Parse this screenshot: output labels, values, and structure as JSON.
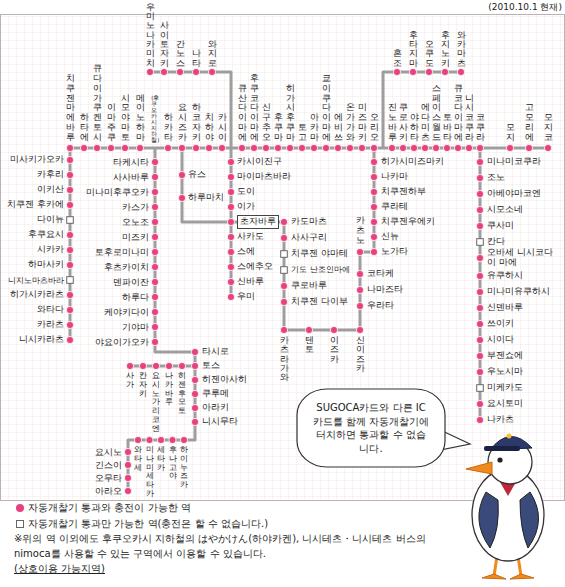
{
  "diagram": {
    "nodes": [
      {
        "text": [
          "SUGOCA카드와 다른 IC카드를 함께 자동개찰기에 터치하면 통과할 수 없습니다."
        ]
      },
      {
        "text": [
          "초자바루"
        ]
      }
    ],
    "labels": [
      "(2010.10.1 현재)",
      "치쿠젠마에바루",
      "하타에",
      "큐다이가쿠켄토시",
      "이마주쿠",
      "시모야마토",
      "메이노하마",
      "(후쿠오카시 지하철)",
      "하카타",
      "요시즈카",
      "하코자키",
      "치하야",
      "카시이",
      "큐산다이마에",
      "후쿠코다이마에",
      "신구추오",
      "후쿠마",
      "히가시후쿠마",
      "토고",
      "아카마",
      "쿄이쿠다이마에",
      "에비쓰",
      "온가가와",
      "미즈마키",
      "오리오",
      "진노바루",
      "쿠로사키",
      "야하타",
      "에다미츠",
      "스페이스월드",
      "토바타",
      "큐코다이마에",
      "니시코쿠라",
      "코쿠라",
      "모지",
      "고모리에",
      "모지코",
      "우미노나카미치",
      "사이토자키",
      "간노스",
      "나타",
      "와지로",
      "혼조",
      "후타지마",
      "오쿠도",
      "후지노키",
      "와카마츠",
      "미사키가오카",
      "카후리",
      "이키산",
      "치쿠젠 후카에",
      "다이뉴",
      "후쿠요시",
      "시카카",
      "하마사키",
      "니지노마츠바라",
      "히가시카라츠",
      "와타다",
      "카라츠",
      "니시카라츠",
      "타케시타",
      "사사바루",
      "미나미후쿠오카",
      "카스가",
      "오노조",
      "미즈키",
      "토후로미나미",
      "후츠카이치",
      "덴파이잔",
      "하루다",
      "케야키다이",
      "기야마",
      "야요이가오카",
      "타시로",
      "토스",
      "히젠아사히",
      "쿠루메",
      "아라키",
      "니시무타",
      "사가",
      "칸자키",
      "요시노가리코엔",
      "나카바루",
      "히젠후모토",
      "하이누즈카",
      "후나고야",
      "세타카",
      "미나미세타카",
      "와타세",
      "요시노",
      "긴스이",
      "오무타",
      "아라오",
      "카시이진구",
      "마이마츠바라",
      "도이",
      "이가",
      "사카도",
      "스에",
      "스에추오",
      "신바루",
      "우미",
      "유스",
      "하루마치",
      "카도마츠",
      "사사구리",
      "치쿠젠 야마테",
      "기도 난조인마에",
      "쿠로바루",
      "치쿠젠 다이부",
      "카츠라가와",
      "텐토",
      "이즈카",
      "신이즈카",
      "코타케",
      "나마즈타",
      "우라타",
      "카츠노",
      "히가시미즈마키",
      "나카마",
      "치쿠젠하부",
      "쿠라테",
      "치쿠젠우에키",
      "신뉴",
      "노가타",
      "미나미코쿠라",
      "조노",
      "아베야마코엔",
      "시모소네",
      "쿠사미",
      "칸다",
      "오바세 니시코다이 마에",
      "유쿠하시",
      "미나미유쿠하시",
      "신덴바루",
      "쓰이키",
      "시이다",
      "부젠쇼에",
      "우노시마",
      "미케카도",
      "요시토미",
      "나카츠",
      "※위의 역 이외에도 후쿠오카시 지하철의 はやかけん(하야카켄), 니시테츠・니시테츠 버스의 nimoca를 사용할 수 있는 구역에서 이용할 수 있습니다.",
      "(상호이용 가능지역)"
    ],
    "legend": [
      {
        "text": "자동개찰기 통과와 충전이 가능한 역",
        "color": "#e8417e"
      },
      {
        "text": "자동개찰기 통과만 가능한 역(충전은 할 수 없습니다.)"
      }
    ]
  }
}
